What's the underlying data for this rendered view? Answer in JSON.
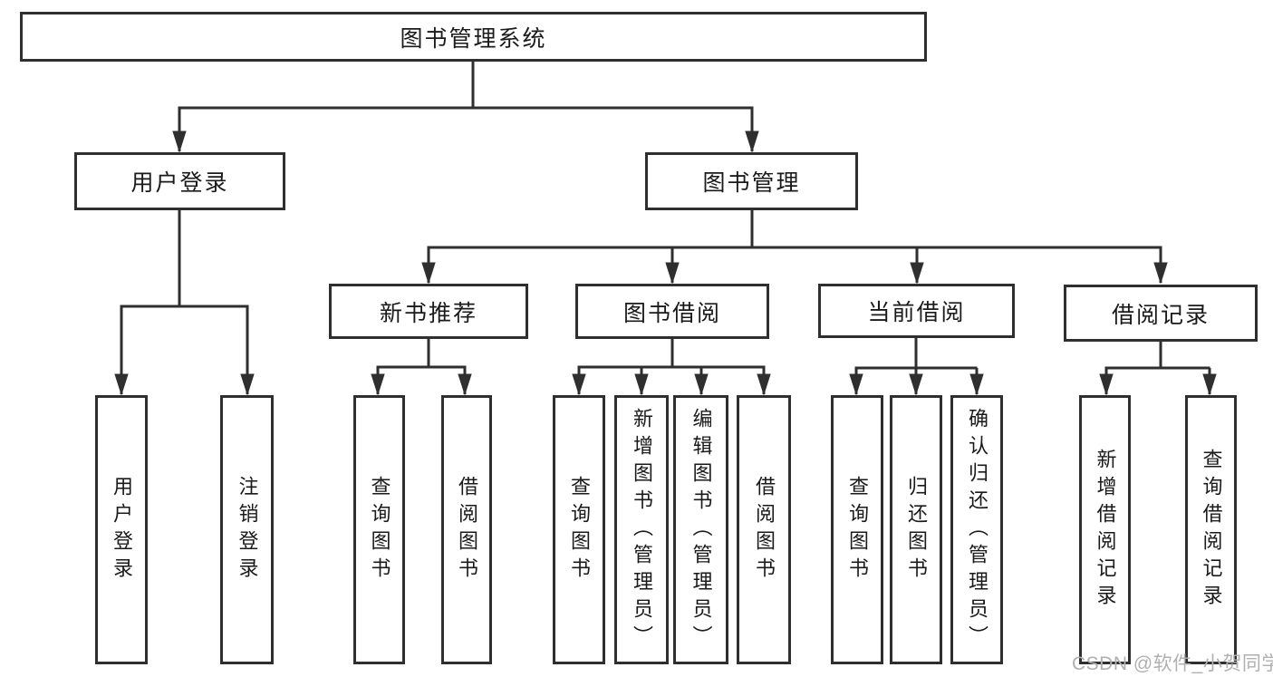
{
  "diagram_type": "tree",
  "tree": {
    "label": "图书管理系统",
    "children": [
      {
        "label": "用户登录",
        "children": [
          {
            "label": "用户登录"
          },
          {
            "label": "注销登录"
          }
        ]
      },
      {
        "label": "图书管理",
        "children": [
          {
            "label": "新书推荐",
            "children": [
              {
                "label": "查询图书"
              },
              {
                "label": "借阅图书"
              }
            ]
          },
          {
            "label": "图书借阅",
            "children": [
              {
                "label": "查询图书"
              },
              {
                "label": "新增图书（管理员）"
              },
              {
                "label": "编辑图书（管理员）"
              },
              {
                "label": "借阅图书"
              }
            ]
          },
          {
            "label": "当前借阅",
            "children": [
              {
                "label": "查询图书"
              },
              {
                "label": "归还图书"
              },
              {
                "label": "确认归还（管理员）"
              }
            ]
          },
          {
            "label": "借阅记录",
            "children": [
              {
                "label": "新增借阅记录"
              },
              {
                "label": "查询借阅记录"
              }
            ]
          }
        ]
      }
    ]
  },
  "watermark": {
    "text": "CSDN @软件_小贺同学"
  },
  "colors": {
    "line": "#2f2f2f",
    "box_border": "#2f2f2f",
    "text": "#1a1a1a",
    "watermark": "#b0b0b0",
    "background": "#ffffff"
  }
}
